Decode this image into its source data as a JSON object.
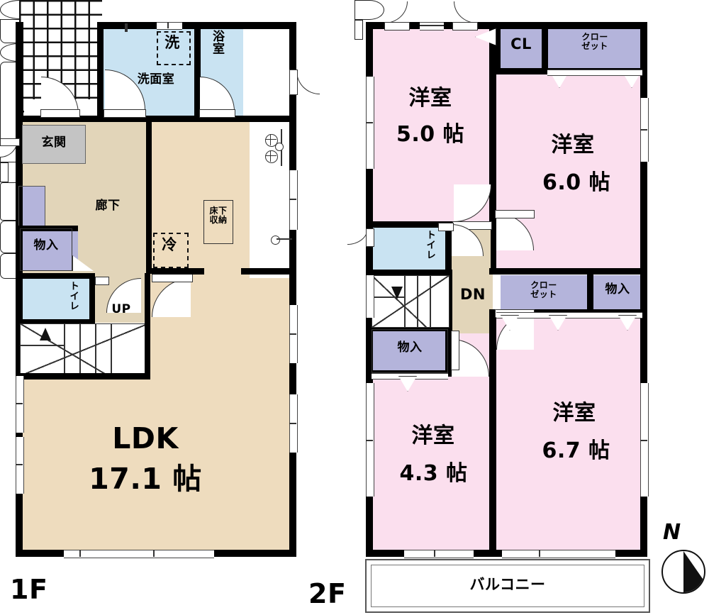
{
  "meta": {
    "doc_type": "japanese-floor-plan",
    "floor1_label": "1F",
    "floor2_label": "2F",
    "compass_label": "N"
  },
  "floor1": {
    "label": "1F",
    "rooms": [
      {
        "id": "ldk",
        "name": "LDK",
        "area": "17.1 帖",
        "line1": "LDK",
        "line2": "17.1 帖"
      },
      {
        "id": "genkan",
        "name": "玄関"
      },
      {
        "id": "rouka",
        "name": "廊下"
      },
      {
        "id": "monoire",
        "name": "物入"
      },
      {
        "id": "toilet",
        "name": "トイレ"
      },
      {
        "id": "senmen",
        "name": "洗面室"
      },
      {
        "id": "yokushitsu",
        "name": "浴室"
      },
      {
        "id": "yukashita",
        "name": "床下収納"
      },
      {
        "id": "up",
        "name": "UP"
      }
    ],
    "markers": {
      "washer": "洗",
      "fridge": "冷",
      "stairs_up": "UP",
      "under_floor_storage": "床下\n収納"
    }
  },
  "floor2": {
    "label": "2F",
    "rooms": [
      {
        "id": "room-5_0",
        "name": "洋室",
        "area": "5.0 帖"
      },
      {
        "id": "room-6_0",
        "name": "洋室",
        "area": "6.0 帖"
      },
      {
        "id": "room-4_3",
        "name": "洋室",
        "area": "4.3 帖"
      },
      {
        "id": "room-6_7",
        "name": "洋室",
        "area": "6.7 帖"
      }
    ],
    "storage": [
      {
        "id": "cl",
        "name": "CL"
      },
      {
        "id": "closet-top",
        "name": "クロー\nゼット"
      },
      {
        "id": "closet-mid",
        "name": "クロー\nゼット"
      },
      {
        "id": "monoire-right",
        "name": "物入"
      },
      {
        "id": "monoire-left",
        "name": "物入"
      }
    ],
    "toilet": "トイレ",
    "stairs_down": "DN",
    "balcony": "バルコニー"
  },
  "colors": {
    "wall": "#000000",
    "ldk_floor": "#eedcbe",
    "hall_floor": "#e2d5b9",
    "wet_room": "#c9e3f2",
    "genkan": "#c4c4c4",
    "closet": "#b4b4db",
    "bedroom": "#fbdfee",
    "background": "#ffffff"
  }
}
